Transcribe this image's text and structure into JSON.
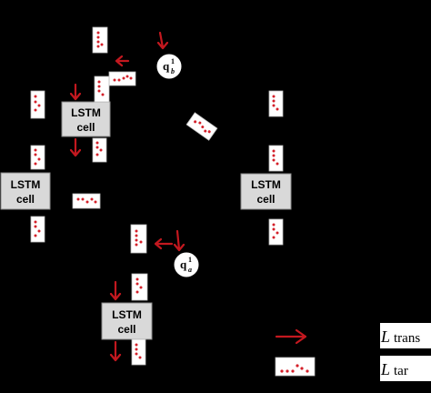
{
  "lstm_cells": [
    {
      "id": "lstm-cell-top-left",
      "line1": "LSTM",
      "line2": "cell"
    },
    {
      "id": "lstm-cell-mid-left",
      "line1": "LSTM",
      "line2": "cell"
    },
    {
      "id": "lstm-cell-right",
      "line1": "LSTM",
      "line2": "cell"
    },
    {
      "id": "lstm-cell-bottom",
      "line1": "LSTM",
      "line2": "cell"
    }
  ],
  "query_nodes": [
    {
      "id": "query-node-b",
      "base": "q",
      "sup": "1",
      "sub": "b"
    },
    {
      "id": "query-node-a",
      "base": "q",
      "sup": "1",
      "sub": "a"
    }
  ],
  "legend": {
    "items": [
      {
        "id": "legend-transition",
        "symbol": "red-arrow",
        "script": "L",
        "subscript": "trans"
      },
      {
        "id": "legend-target",
        "symbol": "dot-card",
        "script": "L",
        "subscript": "tar"
      }
    ]
  },
  "colors": {
    "background": "#000000",
    "accent": "#c3181f",
    "dot": "#d4202a",
    "cell_fill": "#d9d9d9",
    "card_fill": "#ffffff"
  }
}
